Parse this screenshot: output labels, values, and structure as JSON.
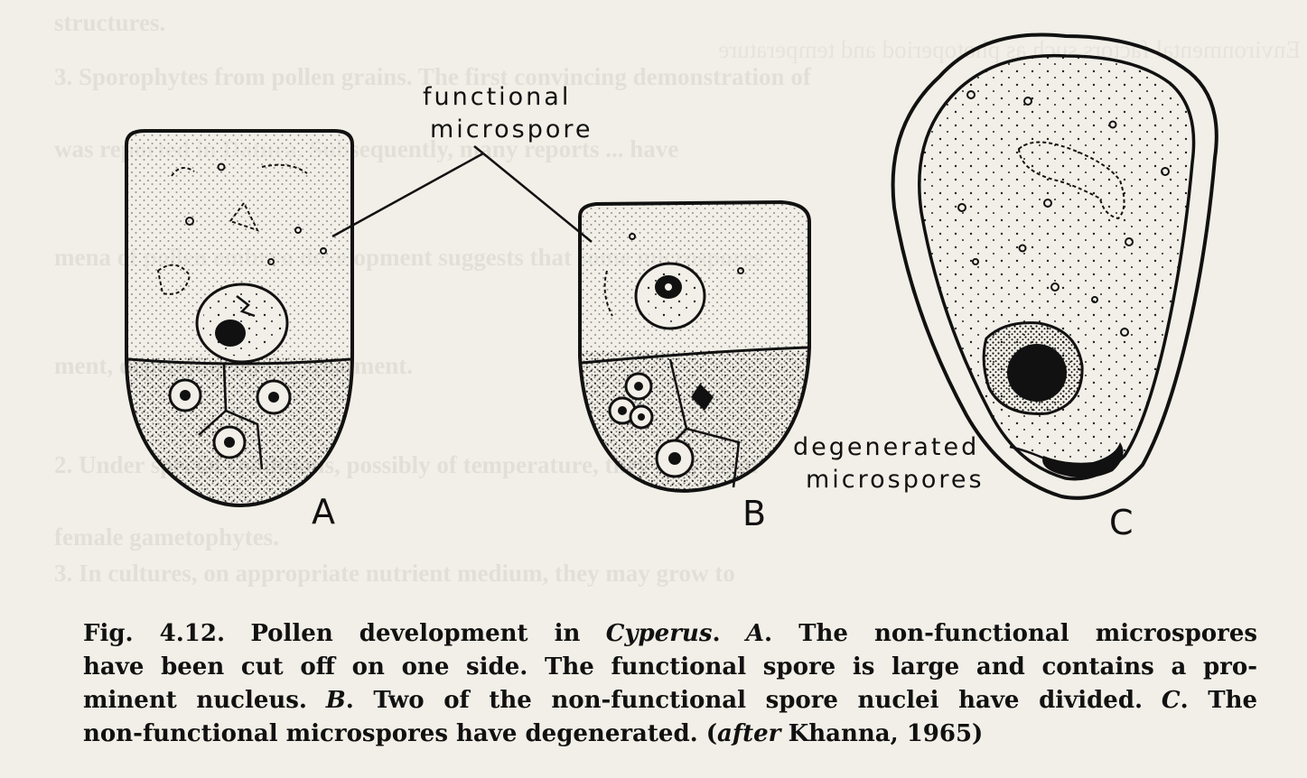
{
  "panels": {
    "a_label": "A",
    "b_label": "B",
    "c_label": "C"
  },
  "callouts": {
    "functional_line1": "functional",
    "functional_line2": "microspore",
    "degenerated_line1": "degenerated",
    "degenerated_line2": "microspores"
  },
  "caption": {
    "fig_number": "Fig. 4.12.",
    "l1_a": "Pollen development in",
    "genus": "Cyperus",
    "l1_b": ".",
    "panel_a": "A",
    "l1_c": ". The non-functional microspores",
    "l2": "have been cut off on one side. The functional spore is large and contains a pro-",
    "l3_a": "minent nucleus.",
    "panel_b": "B",
    "l3_b": ". Two of the non-functional spore nuclei have divided.",
    "panel_c": "C",
    "l3_c": ". The",
    "l4_a": "non-functional microspores have degenerated. (",
    "after": "after",
    "l4_b": "Khanna, 1965)"
  }
}
